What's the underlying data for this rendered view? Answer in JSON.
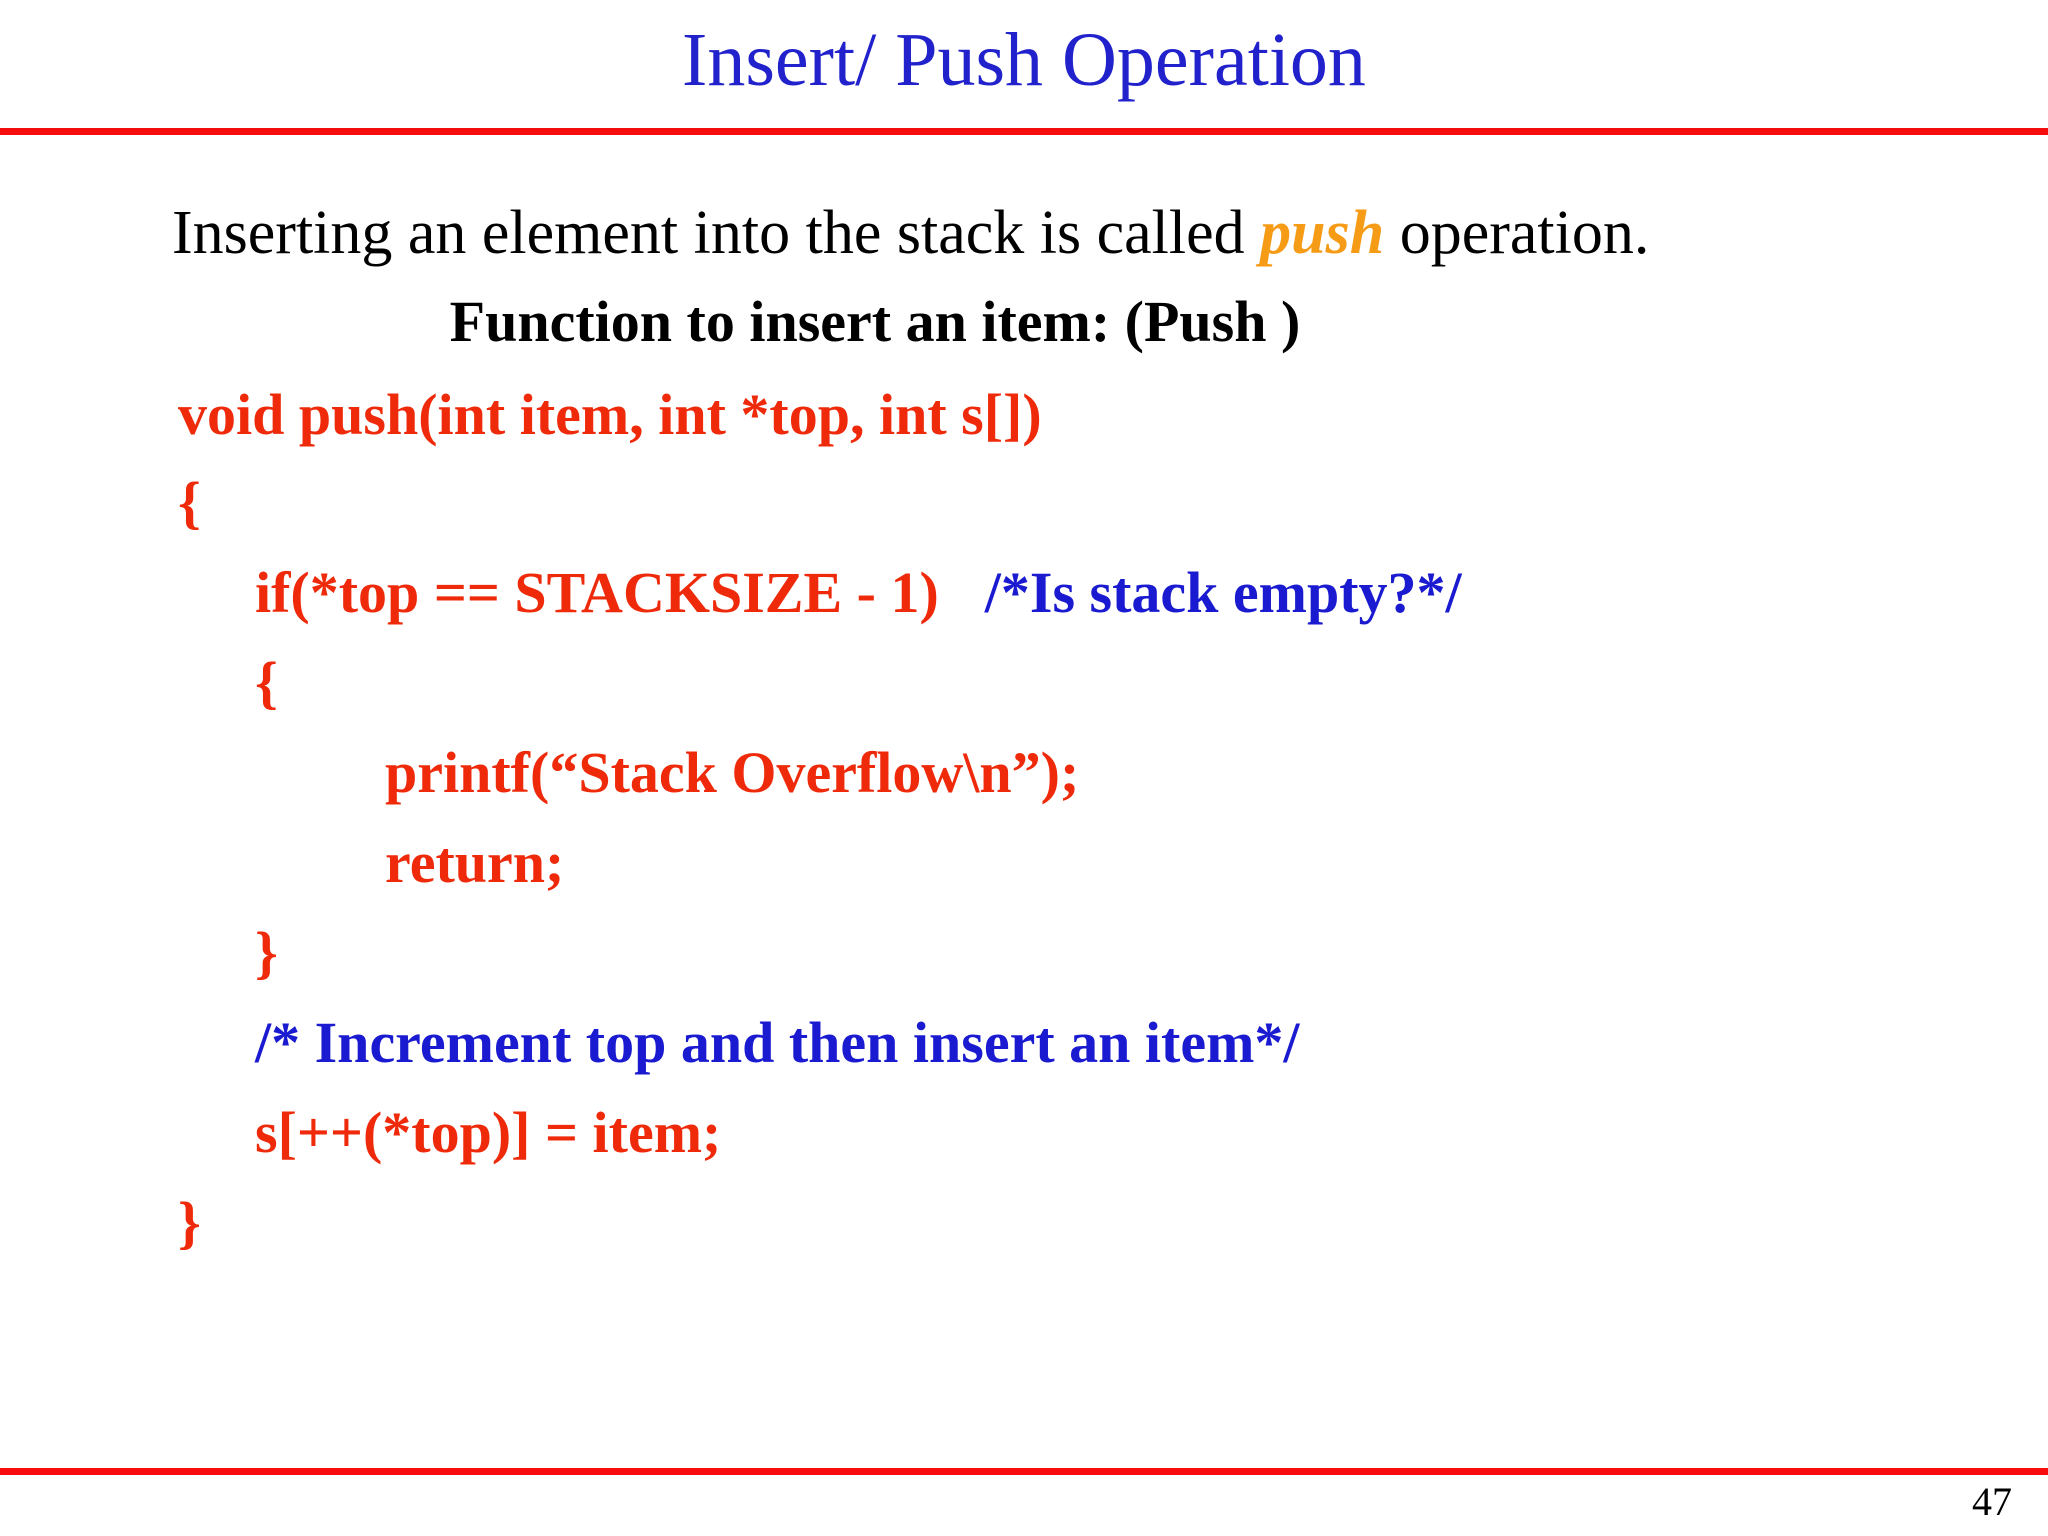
{
  "slide": {
    "title": "Insert/ Push Operation",
    "page_number": "47",
    "accent_rule_color": "#f70d0d",
    "title_color": "#2222cc",
    "code_red": "#ef2a0a",
    "comment_blue": "#1a1ad0",
    "keyword_orange": "#f59b16"
  },
  "body": {
    "intro": {
      "before_keyword": "Inserting an element into the stack is called ",
      "keyword": "push",
      "after_keyword": " operation."
    },
    "subtitle": "Function to insert an item: (Push )"
  },
  "code": {
    "lines": [
      {
        "text": "void push(int item, int *top, int s[])",
        "comment": ""
      },
      {
        "text": "{",
        "comment": ""
      },
      {
        "text": "if(*top == STACKSIZE - 1)",
        "comment": "/*Is stack empty?*/"
      },
      {
        "text": "{",
        "comment": ""
      },
      {
        "text": "printf(“Stack Overflow\\n”);",
        "comment": ""
      },
      {
        "text": "return;",
        "comment": ""
      },
      {
        "text": "}",
        "comment": ""
      },
      {
        "text": "",
        "comment": "/* Increment top and then insert an item*/"
      },
      {
        "text": "s[++(*top)] = item;",
        "comment": ""
      },
      {
        "text": "}",
        "comment": ""
      }
    ]
  }
}
